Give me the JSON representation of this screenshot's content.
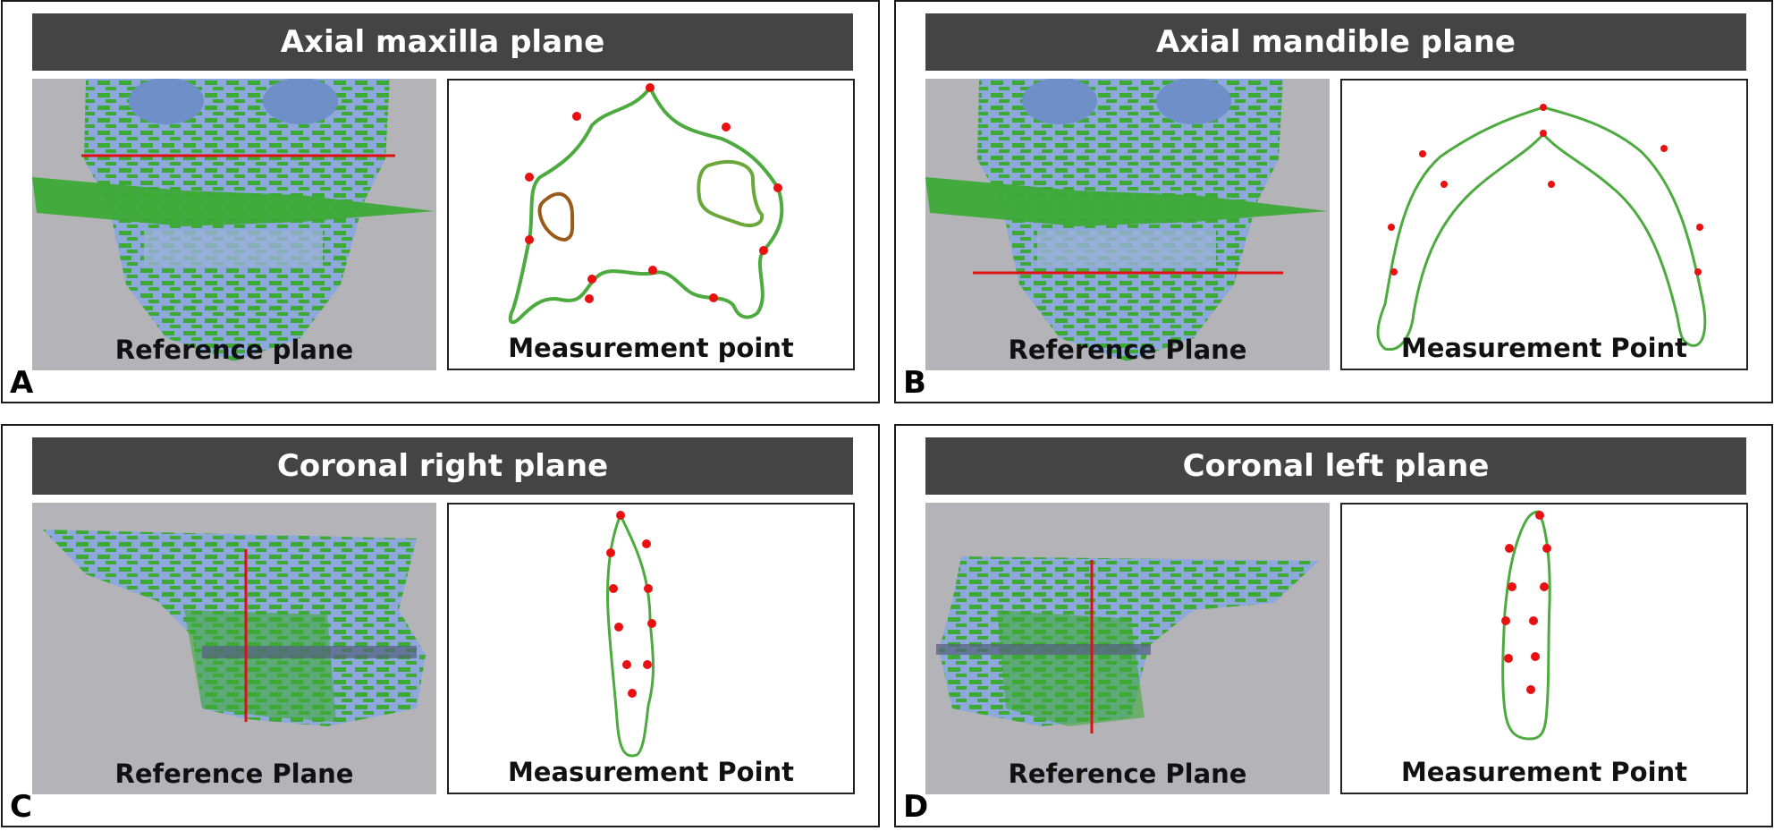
{
  "panels": {
    "a": {
      "letter": "A",
      "title": "Axial maxilla plane",
      "reference_caption": "Reference plane",
      "measurement_caption": "Measurement point"
    },
    "b": {
      "letter": "B",
      "title": "Axial mandible plane",
      "reference_caption": "Reference Plane",
      "measurement_caption": "Measurement Point"
    },
    "c": {
      "letter": "C",
      "title": "Coronal right plane",
      "reference_caption": "Reference Plane",
      "measurement_caption": "Measurement Point"
    },
    "d": {
      "letter": "D",
      "title": "Coronal left plane",
      "reference_caption": "Reference Plane",
      "measurement_caption": "Measurement Point"
    }
  },
  "colors": {
    "title_bar": "#444444",
    "reference_line": "#e01010",
    "measurement_point": "#e81010",
    "model_green": "#3fae3a",
    "model_blue": "#7f9fd8",
    "background_gray": "#b3b3b8"
  }
}
